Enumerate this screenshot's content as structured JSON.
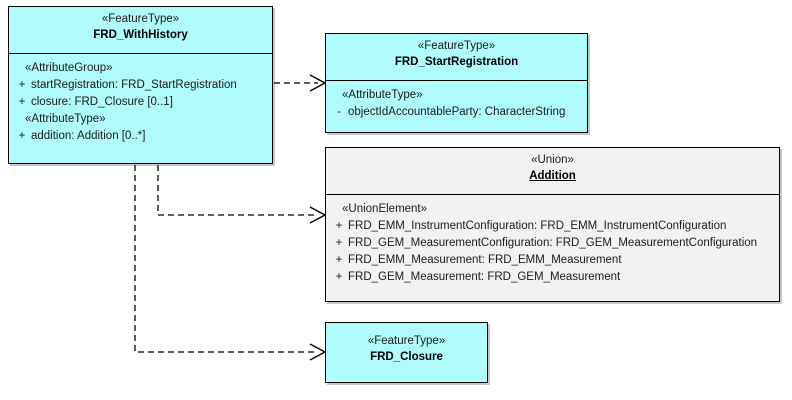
{
  "diagram": {
    "title": "UML class diagram",
    "colors": {
      "feature_type_fill": "#b0fbfb",
      "union_fill": "#f2f2f2",
      "line": "#000000"
    }
  },
  "classes": [
    {
      "id": "frd-withhistory",
      "stereotype": "«FeatureType»",
      "name": "FRD_WithHistory",
      "compartments": [
        {
          "group": "«AttributeGroup»",
          "attributes": [
            {
              "visibility": "+",
              "text": "startRegistration: FRD_StartRegistration"
            },
            {
              "visibility": "+",
              "text": "closure: FRD_Closure [0..1]"
            }
          ]
        },
        {
          "group": "«AttributeType»",
          "attributes": [
            {
              "visibility": "+",
              "text": "addition: Addition [0..*]"
            }
          ]
        }
      ]
    },
    {
      "id": "frd-startregistration",
      "stereotype": "«FeatureType»",
      "name": "FRD_StartRegistration",
      "compartments": [
        {
          "group": "«AttributeType»",
          "attributes": [
            {
              "visibility": "-",
              "text": "objectIdAccountableParty: CharacterString"
            }
          ]
        }
      ]
    },
    {
      "id": "addition",
      "stereotype": "«Union»",
      "name": "Addition",
      "compartments": [
        {
          "group": "«UnionElement»",
          "attributes": [
            {
              "visibility": "+",
              "text": "FRD_EMM_InstrumentConfiguration: FRD_EMM_InstrumentConfiguration"
            },
            {
              "visibility": "+",
              "text": "FRD_GEM_MeasurementConfiguration: FRD_GEM_MeasurementConfiguration"
            },
            {
              "visibility": "+",
              "text": "FRD_EMM_Measurement: FRD_EMM_Measurement"
            },
            {
              "visibility": "+",
              "text": "FRD_GEM_Measurement: FRD_GEM_Measurement"
            }
          ]
        }
      ]
    },
    {
      "id": "frd-closure",
      "stereotype": "«FeatureType»",
      "name": "FRD_Closure",
      "compartments": []
    }
  ],
  "connectors": [
    {
      "id": "dep-withhistory-startregistration",
      "from": "FRD_WithHistory",
      "to": "FRD_StartRegistration",
      "kind": "dependency"
    },
    {
      "id": "dep-withhistory-addition",
      "from": "FRD_WithHistory",
      "to": "Addition",
      "kind": "dependency"
    },
    {
      "id": "dep-withhistory-closure",
      "from": "FRD_WithHistory",
      "to": "FRD_Closure",
      "kind": "dependency"
    }
  ]
}
